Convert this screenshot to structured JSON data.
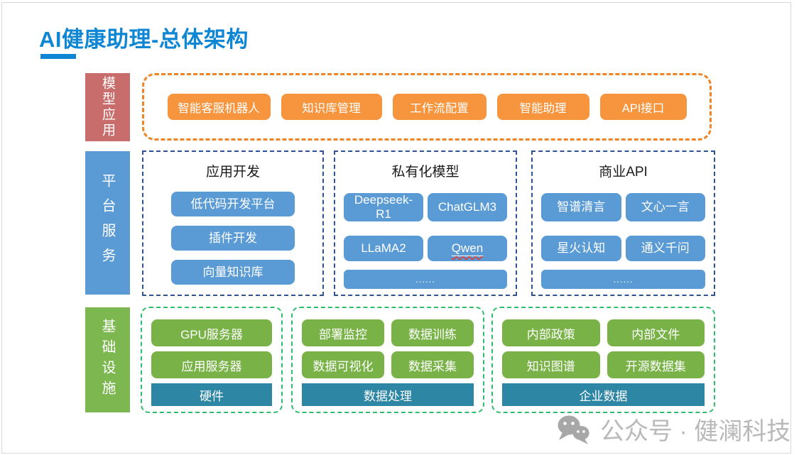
{
  "slide": {
    "title": "AI健康助理-总体架构",
    "watermark_text": "公众号 · 健澜科技"
  },
  "colors": {
    "title_blue": "#0f86d3",
    "label_red": "#c96c6c",
    "label_blue": "#5b9bd5",
    "label_green": "#7cb750",
    "orange": "#f6953e",
    "orange_dash": "#ee8426",
    "blue_button": "#5b9bd5",
    "navy_dash": "#2e5395",
    "green_button": "#79b347",
    "green_dash": "#2ebd6b",
    "teal_bar": "#2e86a5",
    "watermark_gray": "#b9b9b9"
  },
  "model_layer": {
    "label": "模型应用",
    "items": [
      "智能客服机器人",
      "知识库管理",
      "工作流配置",
      "智能助理",
      "API接口"
    ]
  },
  "platform_layer": {
    "label": "平台服务",
    "app_dev": {
      "title": "应用开发",
      "items": [
        "低代码开发平台",
        "插件开发",
        "向量知识库"
      ]
    },
    "private_models": {
      "title": "私有化模型",
      "items": [
        "Deepseek-R1",
        "ChatGLM3",
        "LLaMA2",
        "Qwen"
      ],
      "more": "......"
    },
    "commercial_api": {
      "title": "商业API",
      "items": [
        "智谱清言",
        "文心一言",
        "星火认知",
        "通义千问"
      ],
      "more": "......"
    }
  },
  "infra_layer": {
    "label": "基础设施",
    "hardware": {
      "items": [
        "GPU服务器",
        "应用服务器"
      ],
      "footer": "硬件"
    },
    "data_processing": {
      "items": [
        "部署监控",
        "数据训练",
        "数据可视化",
        "数据采集"
      ],
      "footer": "数据处理"
    },
    "enterprise_data": {
      "items": [
        "内部政策",
        "内部文件",
        "知识图谱",
        "开源数据集"
      ],
      "footer": "企业数据"
    }
  }
}
